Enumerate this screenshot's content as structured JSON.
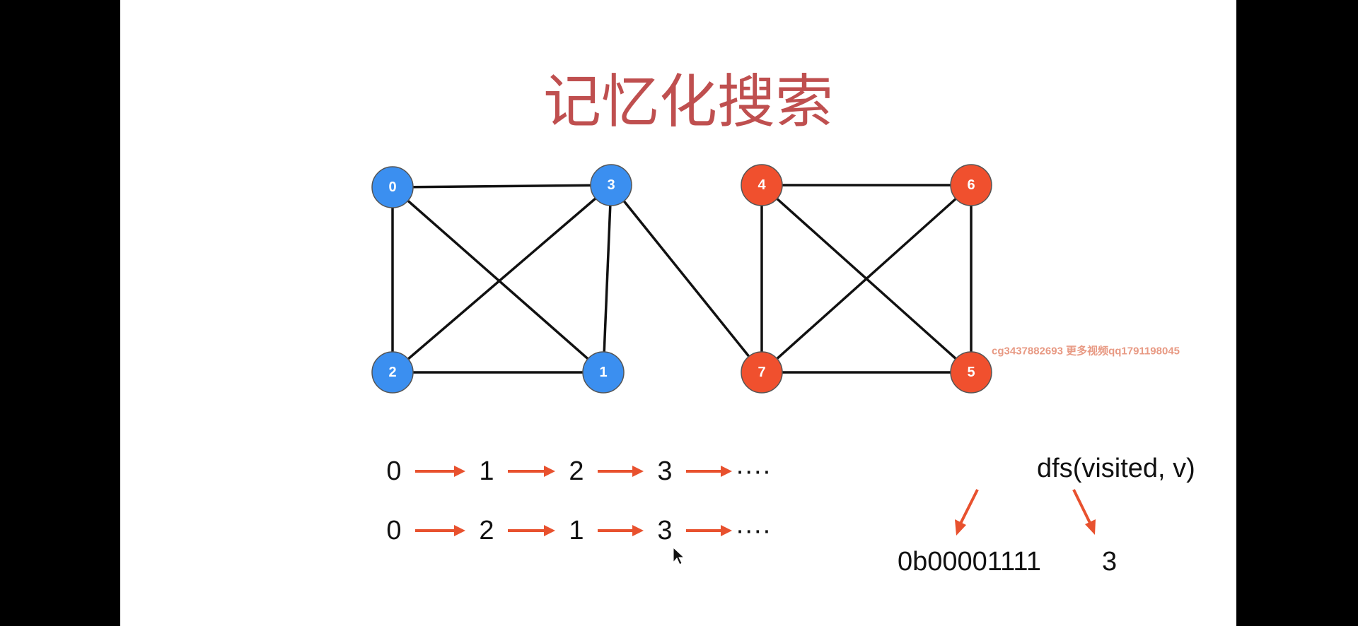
{
  "title": "记忆化搜索",
  "colors": {
    "title": "#bf4f4f",
    "group_a": "#3b8ff0",
    "group_b": "#f0502e",
    "arrow": "#e8512e",
    "edge": "#111111"
  },
  "graph": {
    "nodes": [
      {
        "id": "0",
        "label": "0",
        "group": "a"
      },
      {
        "id": "1",
        "label": "1",
        "group": "a"
      },
      {
        "id": "2",
        "label": "2",
        "group": "a"
      },
      {
        "id": "3",
        "label": "3",
        "group": "a"
      },
      {
        "id": "4",
        "label": "4",
        "group": "b"
      },
      {
        "id": "5",
        "label": "5",
        "group": "b"
      },
      {
        "id": "6",
        "label": "6",
        "group": "b"
      },
      {
        "id": "7",
        "label": "7",
        "group": "b"
      }
    ],
    "edges": [
      [
        "0",
        "3"
      ],
      [
        "0",
        "2"
      ],
      [
        "0",
        "1"
      ],
      [
        "3",
        "2"
      ],
      [
        "3",
        "1"
      ],
      [
        "2",
        "1"
      ],
      [
        "3",
        "7"
      ],
      [
        "4",
        "6"
      ],
      [
        "4",
        "7"
      ],
      [
        "4",
        "5"
      ],
      [
        "6",
        "7"
      ],
      [
        "6",
        "5"
      ],
      [
        "7",
        "5"
      ]
    ]
  },
  "sequences": [
    [
      "0",
      "1",
      "2",
      "3",
      "····"
    ],
    [
      "0",
      "2",
      "1",
      "3",
      "····"
    ]
  ],
  "dfs": {
    "call": "dfs(visited, v)",
    "visited_value": "0b00001111",
    "v_value": "3"
  },
  "watermark": "cg3437882693 更多视频qq1791198045"
}
